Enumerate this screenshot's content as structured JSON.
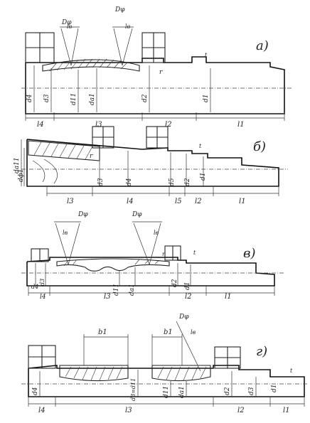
{
  "views": [
    {
      "id": "a",
      "caption": "а)",
      "diam_labels": [
        "d4",
        "d3",
        "d11",
        "dа1",
        "d2",
        "d1"
      ],
      "length_labels": [
        "l4",
        "l3",
        "l2",
        "l1"
      ],
      "other_labels": [
        "Dφ",
        "Dφ",
        "lв",
        "lв",
        "r",
        "t"
      ]
    },
    {
      "id": "b",
      "caption": "б)",
      "diam_labels": [
        "dа11",
        "dф1",
        "d3",
        "d4",
        "d5",
        "d2",
        "d1"
      ],
      "length_labels": [
        "l3",
        "l4",
        "l5",
        "l2",
        "l1"
      ],
      "other_labels": [
        "r",
        "t"
      ]
    },
    {
      "id": "v",
      "caption": "в)",
      "diam_labels": [
        "d4",
        "d3",
        "d11",
        "dа1",
        "d2",
        "d1"
      ],
      "length_labels": [
        "l4",
        "l3",
        "l2",
        "l1"
      ],
      "other_labels": [
        "Dφ",
        "Dφ",
        "lв",
        "lв",
        "r",
        "t"
      ]
    },
    {
      "id": "g",
      "caption": "г)",
      "diam_labels": [
        "d4",
        "d3=d11",
        "d11",
        "dа1",
        "d2",
        "d3",
        "d1"
      ],
      "length_labels": [
        "l4",
        "l3",
        "l2",
        "l1"
      ],
      "other_labels": [
        "b1",
        "b1",
        "Dφ",
        "lв",
        "t"
      ]
    }
  ]
}
